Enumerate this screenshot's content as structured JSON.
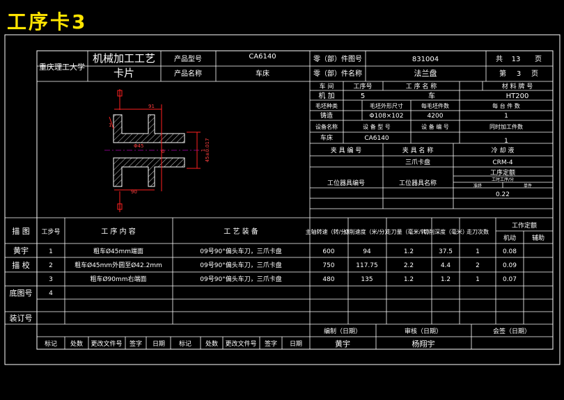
{
  "page_title": "工序卡3",
  "header": {
    "school": "重庆理工大学",
    "card_title_1": "机械加工工艺",
    "card_title_2": "卡片",
    "product_model_label": "产品型号",
    "product_model_value": "CA6140",
    "product_name_label": "产品名称",
    "product_name_value": "车床",
    "part_no_label": "零（部）件图号",
    "part_no_value": "831004",
    "part_name_label": "零（部）件名称",
    "part_name_value": "法兰盘",
    "total_label": "共",
    "total_value": "13",
    "page_unit": "页",
    "page_label": "第",
    "page_value": "3",
    "page_unit2": "页"
  },
  "info": {
    "workshop_label": "车 间",
    "process_no_label": "工序号",
    "process_name_label": "工 序 名 称",
    "material_label": "材 料 牌 号",
    "workshop_value": "机 加",
    "process_no_value": "5",
    "process_name_value": "车",
    "material_value": "HT200",
    "blank_type_label": "毛坯种类",
    "blank_size_label": "毛坯外形尺寸",
    "blank_count_label": "每毛坯件数",
    "per_unit_label": "每 台 件 数",
    "blank_type_value": "铸造",
    "blank_size_value": "Φ108×102",
    "blank_count_value": "4200",
    "per_unit_value": "1",
    "equip_name_label": "设备名称",
    "equip_model_label": "设 备 型 号",
    "equip_no_label": "设 备 编 号",
    "simul_label": "同时加工件数",
    "equip_name_value": "车床",
    "equip_model_value": "CA6140",
    "simul_value": "1",
    "fixture_no_label": "夹 具 编 号",
    "fixture_name_label": "夹 具 名 称",
    "coolant_label": "冷 却 液",
    "fixture_name_value": "三爪卡盘",
    "coolant_value": "CRM-4",
    "quota_label": "工序定额",
    "station_tool_no_label": "工位器具编号",
    "station_tool_name_label": "工位器具名称",
    "prep_label": "准终",
    "unit_label": "单件",
    "quota_sub_label": "工时工序/分",
    "unit_value": "0.22"
  },
  "drawing": {
    "dim_top": "91",
    "dim_bottom": "90",
    "dim_phi": "Φ45",
    "dim_side": "45±0.017",
    "dim_center": "0",
    "dim_small": "1",
    "dim_left": "1"
  },
  "steps_header": {
    "sketch": "描 图",
    "step_no": "工步号",
    "content": "工 序 内 容",
    "equipment": "工 艺 装 备",
    "speed": "主轴转速（转/分）",
    "cut_speed": "切削速度（米/分）",
    "feed": "走刀量（毫米/转）",
    "depth": "切削深度（毫米）",
    "passes": "走刀次数",
    "quota": "工作定额",
    "machine": "机动",
    "aux": "辅助"
  },
  "side_labels": {
    "tracer": "黄宇",
    "check": "描 校",
    "base_no": "底图号",
    "bind_no": "装订号"
  },
  "steps": [
    {
      "no": "1",
      "content": "粗车Ø45mm端面",
      "equip": "09号90°偏头车刀，三爪卡盘",
      "speed": "600",
      "cut": "94",
      "feed": "1.2",
      "depth": "37.5",
      "passes": "1",
      "machine": "0.08"
    },
    {
      "no": "2",
      "content": "粗车Ø45mm外圆至Ø42.2mm",
      "equip": "09号90°偏头车刀，三爪卡盘",
      "speed": "750",
      "cut": "117.75",
      "feed": "2.2",
      "depth": "4.4",
      "passes": "2",
      "machine": "0.09"
    },
    {
      "no": "3",
      "content": "粗车Ø90mm右端面",
      "equip": "09号90°偏头车刀，三爪卡盘",
      "speed": "480",
      "cut": "135",
      "feed": "1.2",
      "depth": "1.2",
      "passes": "1",
      "machine": "0.07"
    },
    {
      "no": "4",
      "content": "",
      "equip": "",
      "speed": "",
      "cut": "",
      "feed": "",
      "depth": "",
      "passes": "",
      "machine": ""
    }
  ],
  "footer": {
    "compile_label": "编制（日期）",
    "review_label": "审核（日期）",
    "sign_label": "会签（日期）",
    "compile_value": "黄宇",
    "review_value": "杨翔宇",
    "mark": "标记",
    "count": "处数",
    "change_doc": "更改文件号",
    "signature": "签字",
    "date": "日期"
  },
  "colors": {
    "line": "#ffffff",
    "red": "#ff2020",
    "magenta": "#ff00ff",
    "hatch": "#ffffff",
    "title": "#ffe400"
  }
}
